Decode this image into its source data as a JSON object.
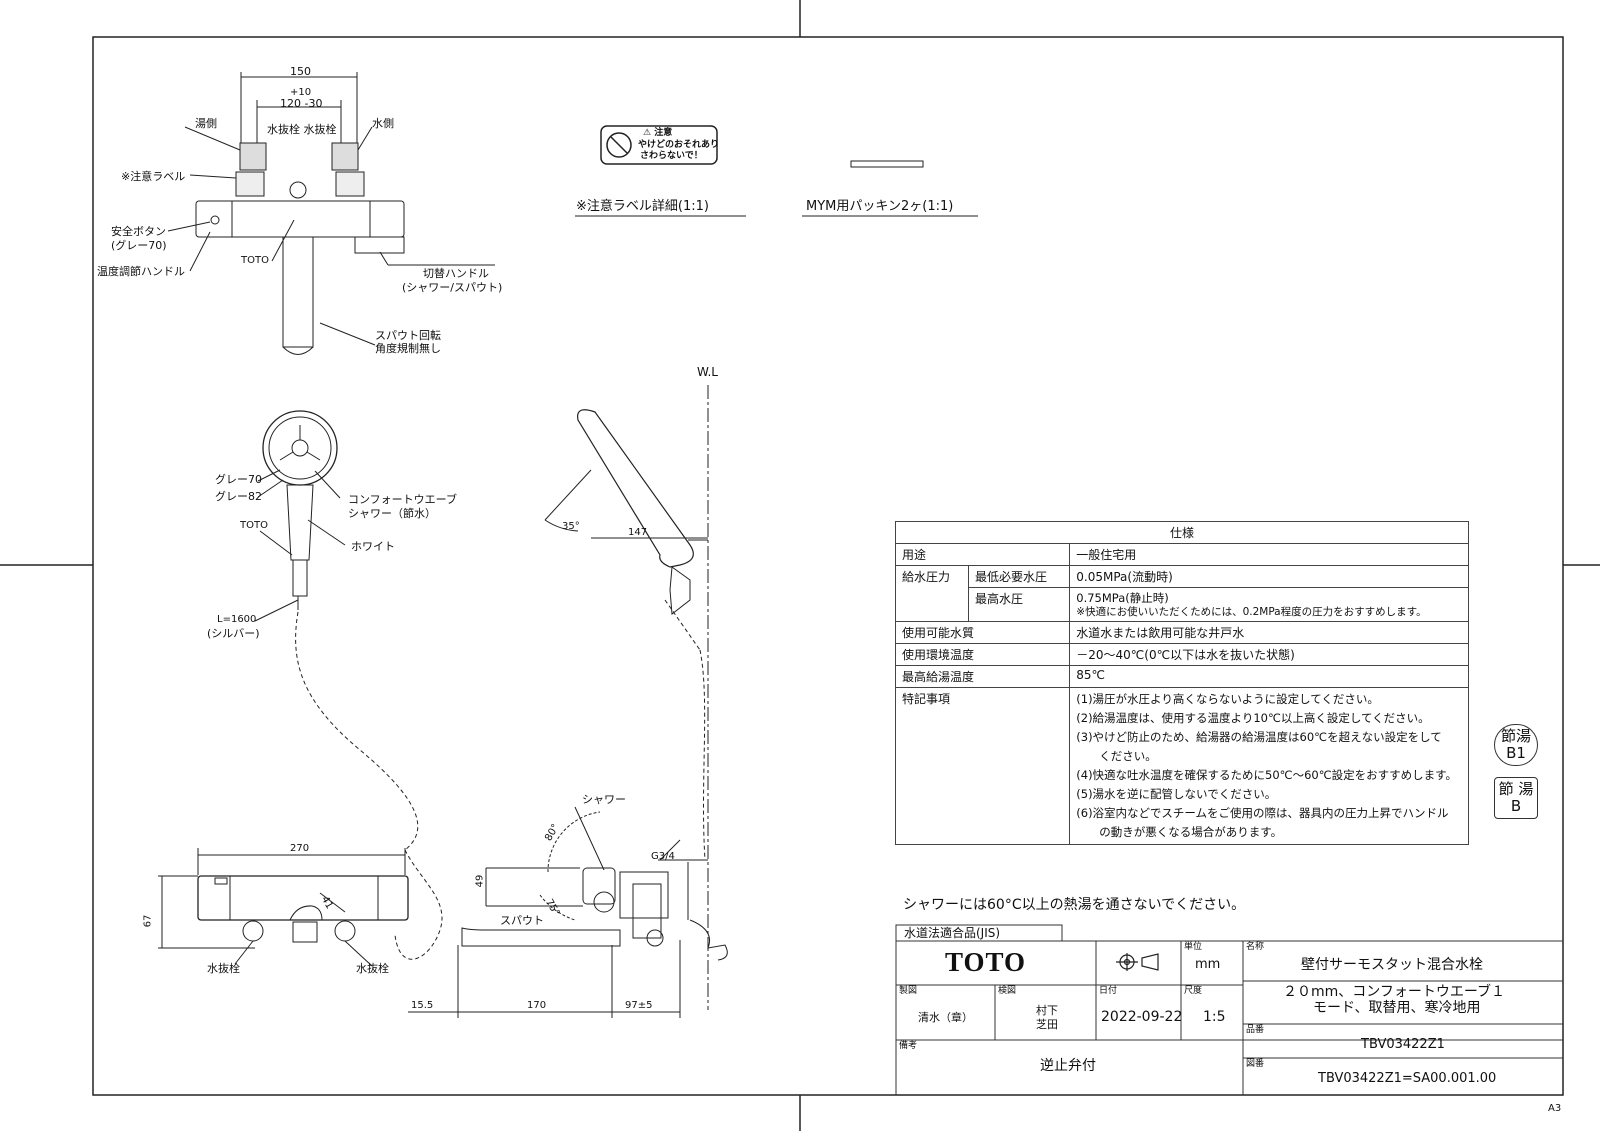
{
  "top_view": {
    "dim_150": "150",
    "dim_plus10": "+10",
    "dim_120": "120 -30",
    "label_hot_side": "湯側",
    "label_drain_valves": "水抜栓 水抜栓",
    "label_cold_side": "水側",
    "label_caution": "※注意ラベル",
    "label_safety_button": "安全ボタン",
    "label_safety_gray": "(グレー70)",
    "label_temp_handle": "温度調節ハンドル",
    "label_toto": "TOTO",
    "label_switch_handle": "切替ハンドル",
    "label_switch_sub": "(シャワー/スパウト)",
    "label_spout_rot": "スパウト回転",
    "label_spout_rot2": "角度規制無し"
  },
  "caution_label": {
    "title": "注意",
    "line1": "やけどのおそれあり",
    "line2": "さわらないで！",
    "caption": "※注意ラベル詳細(1:1)"
  },
  "packing": {
    "caption": "MYM用パッキン2ヶ(1:1)"
  },
  "shower_head": {
    "gray70": "グレー70",
    "gray82": "グレー82",
    "comfort": "コンフォートウエーブ",
    "comfort2": "シャワー（節水）",
    "toto": "TOTO",
    "white": "ホワイト",
    "hose_len": "L=1600",
    "hose_color": "(シルバー)"
  },
  "side_view": {
    "wl": "W.L",
    "angle35": "35°",
    "dim147": "147",
    "shower": "シャワー",
    "angle80": "80°",
    "g34": "G3/4",
    "dim49": "49",
    "angle75": "75°",
    "spout": "スパウト",
    "dim155": "15.5",
    "dim170": "170",
    "dim97": "97±5"
  },
  "front_view": {
    "dim270": "270",
    "dim67": "67",
    "dim41": "41",
    "drain_left": "水抜栓",
    "drain_right": "水抜栓"
  },
  "spec": {
    "header": "仕様",
    "rows": {
      "usage_k": "用途",
      "usage_v": "一般住宅用",
      "pressure_k": "給水圧力",
      "min_k": "最低必要水圧",
      "min_v": "0.05MPa(流動時)",
      "max_k": "最高水圧",
      "max_v": "0.75MPa(静止時)",
      "max_note": "※快適にお使いいただくためには、0.2MPa程度の圧力をおすすめします。",
      "water_k": "使用可能水質",
      "water_v": "水道水または飲用可能な井戸水",
      "env_k": "使用環境温度",
      "env_v": "－20～40℃(0℃以下は水を抜いた状態)",
      "hot_k": "最高給湯温度",
      "hot_v": "85℃",
      "notes_k": "特記事項"
    },
    "notes": [
      "(1)湯圧が水圧より高くならないように設定してください。",
      "(2)給湯温度は、使用する温度より10℃以上高く設定してください。",
      "(3)やけど防止のため、給湯器の給湯温度は60℃を超えない設定をして",
      "　　ください。",
      "(4)快適な吐水温度を確保するために50℃～60℃設定をおすすめします。",
      "(5)湯水を逆に配管しないでください。",
      "(6)浴室内などでスチームをご使用の際は、器具内の圧力上昇でハンドル",
      "　　の動きが悪くなる場合があります。"
    ]
  },
  "badges": {
    "b1_top": "節湯",
    "b1_bottom": "B1",
    "b_top": "節 湯",
    "b_bottom": "B"
  },
  "warning": "シャワーには60°C以上の熱湯を通さないでください。",
  "jis": "水道法適合品(JIS)",
  "title_block": {
    "logo": "TOTO",
    "unit_label": "単位",
    "unit_value": "mm",
    "name_label": "名称",
    "name_value": "壁付サーモスタット混合水栓",
    "desc1": "２０mm、コンフォートウエーブ１",
    "desc2": "モード、取替用、寒冷地用",
    "drawn_label": "製図",
    "drawn_value": "清水（章）",
    "checked_label": "検図",
    "checked_value1": "村下",
    "checked_value2": "芝田",
    "date_label": "日付",
    "date_value": "2022-09-22",
    "scale_label": "尺度",
    "scale_value": "1:5",
    "part_label": "品番",
    "part_value": "TBV03422Z1",
    "remark_label": "備考",
    "remark_value": "逆止弁付",
    "drawing_label": "図番",
    "drawing_value": "TBV03422Z1=SA00.001.00"
  },
  "sheet_size": "A3"
}
